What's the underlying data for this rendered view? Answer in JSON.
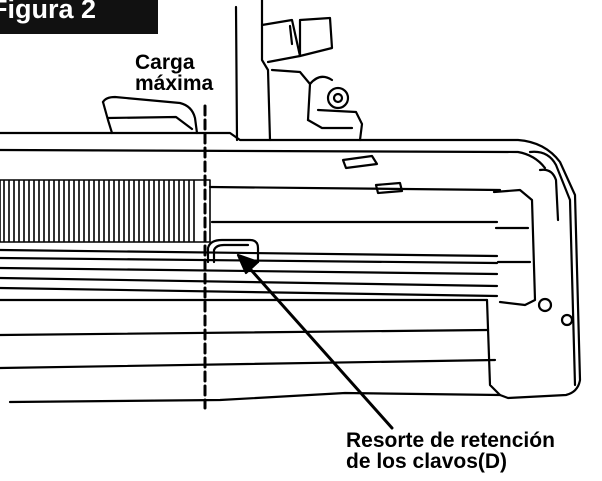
{
  "figure": {
    "tag": "Figura 2"
  },
  "callouts": {
    "carga_line1": "Carga",
    "carga_line2": "máxima",
    "resorte_line1": "Resorte de retención",
    "resorte_line2": "de los clavos(D)"
  },
  "colors": {
    "ink": "#000000",
    "paper": "#ffffff",
    "tag_bg": "#111111"
  }
}
